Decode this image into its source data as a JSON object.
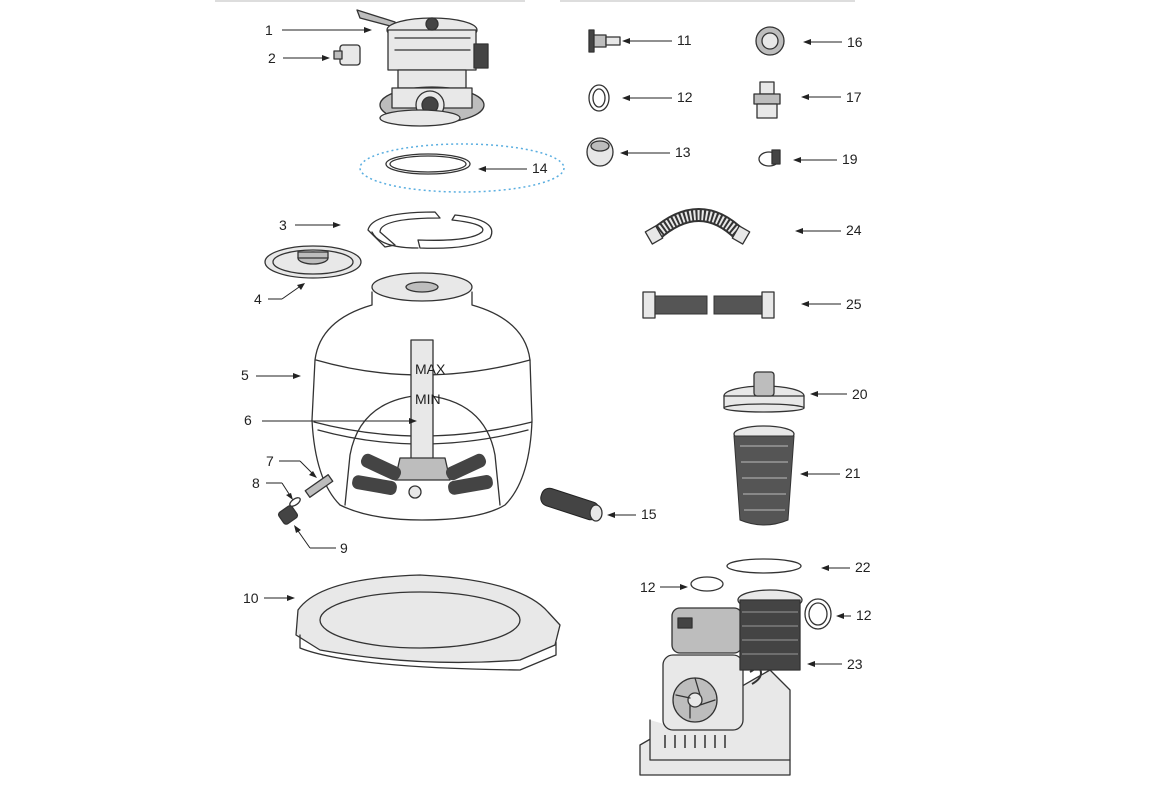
{
  "parts": [
    {
      "id": "p1",
      "label": "1"
    },
    {
      "id": "p2",
      "label": "2"
    },
    {
      "id": "p3",
      "label": "3"
    },
    {
      "id": "p4",
      "label": "4"
    },
    {
      "id": "p5",
      "label": "5"
    },
    {
      "id": "p6",
      "label": "6"
    },
    {
      "id": "p7",
      "label": "7"
    },
    {
      "id": "p8",
      "label": "8"
    },
    {
      "id": "p9",
      "label": "9"
    },
    {
      "id": "p10",
      "label": "10"
    },
    {
      "id": "p11",
      "label": "11"
    },
    {
      "id": "p12",
      "label": "12"
    },
    {
      "id": "p13",
      "label": "13"
    },
    {
      "id": "p14",
      "label": "14"
    },
    {
      "id": "p15",
      "label": "15"
    },
    {
      "id": "p16",
      "label": "16"
    },
    {
      "id": "p17",
      "label": "17"
    },
    {
      "id": "p19",
      "label": "19"
    },
    {
      "id": "p20",
      "label": "20"
    },
    {
      "id": "p21",
      "label": "21"
    },
    {
      "id": "p22",
      "label": "22"
    },
    {
      "id": "p12b",
      "label": "12"
    },
    {
      "id": "p12c",
      "label": "12"
    },
    {
      "id": "p23",
      "label": "23"
    },
    {
      "id": "p24",
      "label": "24"
    },
    {
      "id": "p25",
      "label": "25"
    }
  ],
  "tank_marks": {
    "max": "MAX",
    "min": "MIN"
  },
  "colors": {
    "line": "#333333",
    "highlight": "#5aaee0"
  }
}
